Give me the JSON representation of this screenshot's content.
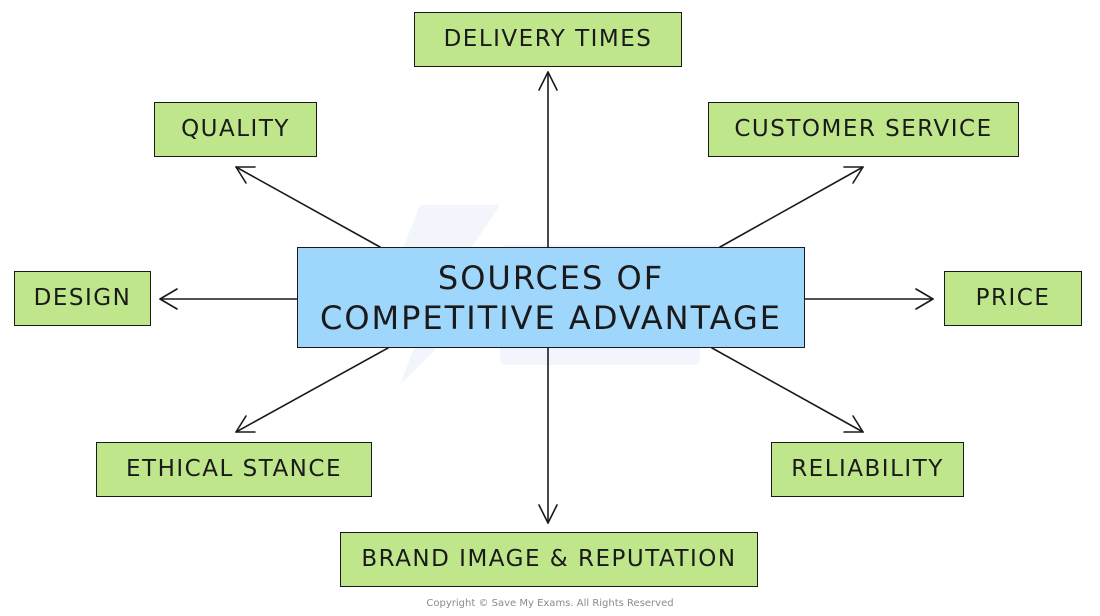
{
  "diagram": {
    "center": {
      "line1": "SOURCES OF",
      "line2": "COMPETITIVE ADVANTAGE"
    },
    "nodes": {
      "delivery_times": "DELIVERY TIMES",
      "quality": "QUALITY",
      "customer_service": "CUSTOMER SERVICE",
      "design": "DESIGN",
      "price": "PRICE",
      "ethical_stance": "ETHICAL STANCE",
      "reliability": "RELIABILITY",
      "brand_image": "BRAND IMAGE & REPUTATION"
    },
    "colors": {
      "center_fill": "#9fd6fb",
      "node_fill": "#bfe68a",
      "stroke": "#1a1a1a"
    }
  },
  "footer": {
    "copyright": "Copyright © Save My Exams. All Rights Reserved"
  }
}
